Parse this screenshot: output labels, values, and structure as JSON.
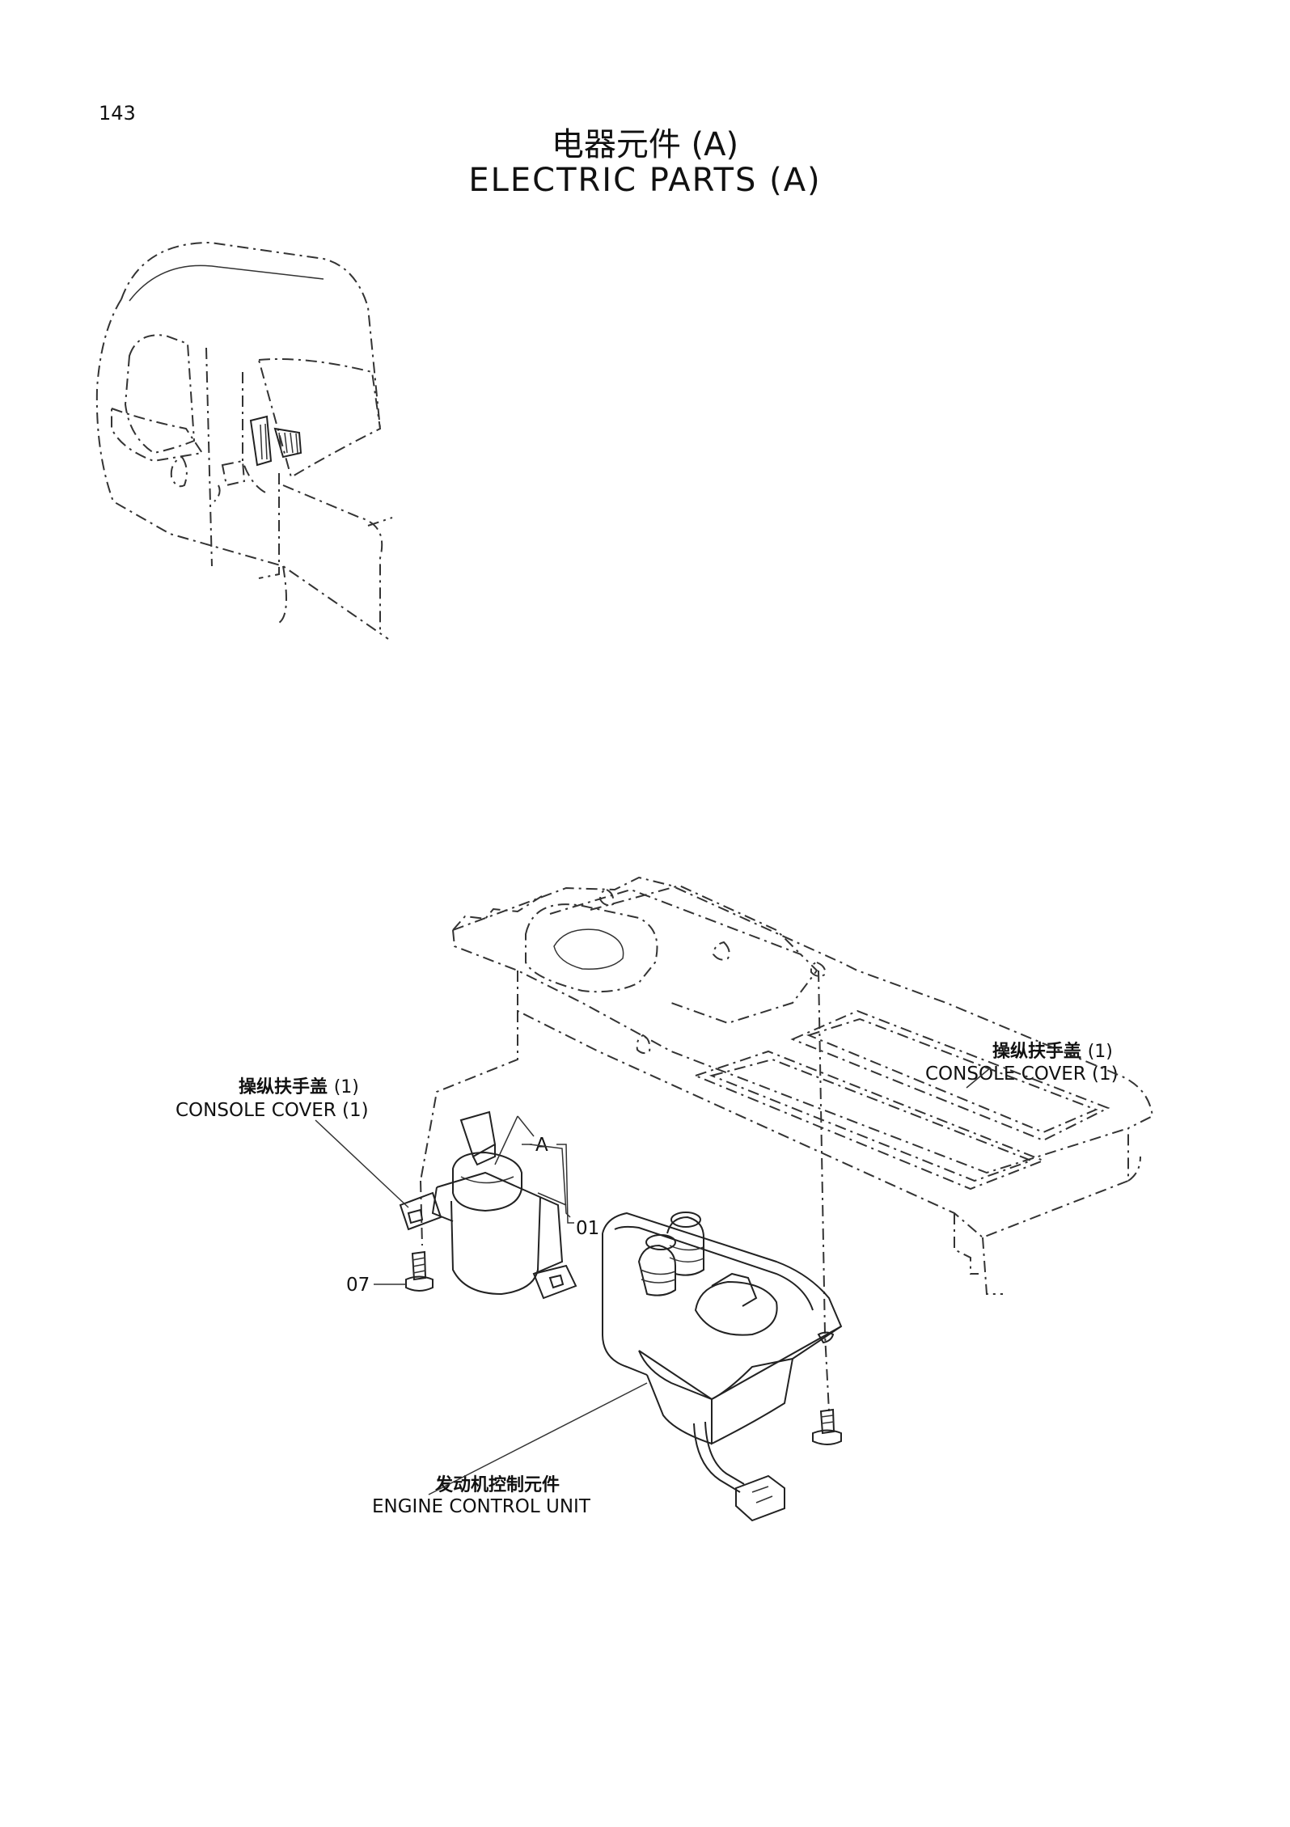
{
  "page": {
    "number": "143",
    "title_zh": "电器元件 (A)",
    "title_en": "ELECTRIC  PARTS  (A)"
  },
  "labels": {
    "console_cover_left": {
      "zh": "操纵扶手盖",
      "count": "(1)",
      "en": "CONSOLE COVER  (1)"
    },
    "console_cover_right": {
      "zh": "操纵扶手盖",
      "count": "(1)",
      "en": "CONSOLE COVER  (1)"
    },
    "engine_control_unit": {
      "zh": "发动机控制元件",
      "en": "ENGINE  CONTROL  UNIT"
    }
  },
  "callouts": {
    "a": "A",
    "part_01": "01",
    "part_07": "07"
  }
}
